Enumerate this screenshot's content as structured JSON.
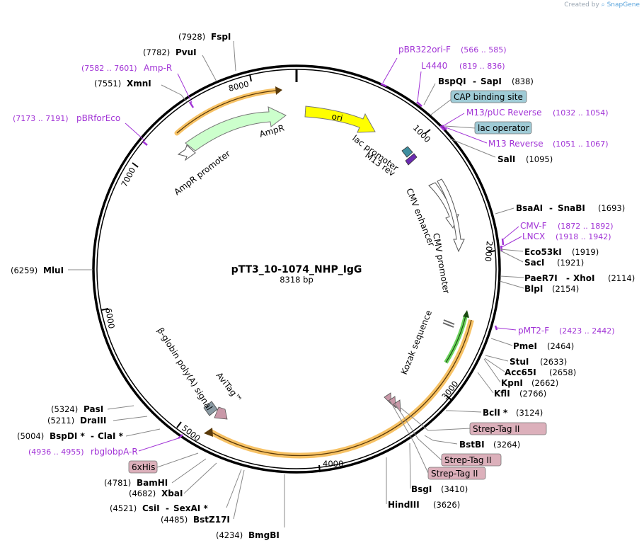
{
  "credit": {
    "created_by": "Created by",
    "brand": "SnapGene"
  },
  "plasmid": {
    "name": "pTT3_10-1074_NHP_IgG",
    "size_label": "8318 bp",
    "length": 8318
  },
  "tick_labels": [
    "1000",
    "2000",
    "3000",
    "4000",
    "5000",
    "6000",
    "7000",
    "8000"
  ],
  "enzymes": [
    {
      "name": "FspI",
      "pos": "(7928)"
    },
    {
      "name": "PvuI",
      "pos": "(7782)"
    },
    {
      "name": "XmnI",
      "pos": "(7551)"
    },
    {
      "name": "BspQI",
      "name2": "SapI",
      "pos": "(838)"
    },
    {
      "name": "SalI",
      "pos": "(1095)"
    },
    {
      "name": "BsaAI",
      "name2": "SnaBI",
      "pos": "(1693)"
    },
    {
      "name": "Eco53kI",
      "pos": "(1919)"
    },
    {
      "name": "SacI",
      "pos": "(1921)"
    },
    {
      "name": "PaeR7I",
      "name2": "XhoI",
      "pos": "(2114)"
    },
    {
      "name": "BlpI",
      "pos": "(2154)"
    },
    {
      "name": "PmeI",
      "pos": "(2464)"
    },
    {
      "name": "StuI",
      "pos": "(2633)"
    },
    {
      "name": "Acc65I",
      "pos": "(2658)"
    },
    {
      "name": "KpnI",
      "pos": "(2662)"
    },
    {
      "name": "KflI",
      "pos": "(2766)"
    },
    {
      "name": "BclI *",
      "pos": "(3124)"
    },
    {
      "name": "BstBI",
      "pos": "(3264)"
    },
    {
      "name": "BsgI",
      "pos": "(3410)"
    },
    {
      "name": "HindIII",
      "pos": "(3626)"
    },
    {
      "name": "BmgBI",
      "pos": "(4234)"
    },
    {
      "name": "BstZ17I",
      "pos": "(4485)"
    },
    {
      "name": "CsiI",
      "name2": "SexAI *",
      "pos": "(4521)"
    },
    {
      "name": "XbaI",
      "pos": "(4682)"
    },
    {
      "name": "BamHI",
      "pos": "(4781)"
    },
    {
      "name": "BspDI *",
      "name2": "ClaI *",
      "pos": "(5004)"
    },
    {
      "name": "DraIII",
      "pos": "(5211)"
    },
    {
      "name": "PasI",
      "pos": "(5324)"
    },
    {
      "name": "MluI",
      "pos": "(6259)"
    }
  ],
  "primers": [
    {
      "name": "pBR322ori-F",
      "range": "(566 .. 585)"
    },
    {
      "name": "L4440",
      "range": "(819 .. 836)"
    },
    {
      "name": "M13/pUC Reverse",
      "range": "(1032 .. 1054)"
    },
    {
      "name": "M13 Reverse",
      "range": "(1051 .. 1067)"
    },
    {
      "name": "CMV-F",
      "range": "(1872 .. 1892)"
    },
    {
      "name": "LNCX",
      "range": "(1918 .. 1942)"
    },
    {
      "name": "pMT2-F",
      "range": "(2423 .. 2442)"
    },
    {
      "name": "Amp-R",
      "range": "(7582 .. 7601)"
    },
    {
      "name": "pBRforEco",
      "range": "(7173 .. 7191)"
    },
    {
      "name": "rbglobpA-R",
      "range": "(4936 .. 4955)"
    }
  ],
  "boxed_features": [
    "CAP binding site",
    "lac operator",
    "Strep-Tag II",
    "Strep-Tag II",
    "Strep-Tag II",
    "6xHis"
  ],
  "features": [
    "ori",
    "AmpR",
    "AmpR promoter",
    "lac promoter",
    "M13 rev",
    "CMV enhancer",
    "CMV promoter",
    "Kozak sequence",
    "β-globin poly(A) signal",
    "AviTag™"
  ],
  "colors": {
    "primer": "#a133d6",
    "ori": "#ffff00",
    "ampr": "#ccffcc",
    "cds_orange": "#f6b74a",
    "cds_green": "#6bd35c",
    "info_box": "#9fcbd6",
    "tag_box": "#dcb0bb"
  }
}
